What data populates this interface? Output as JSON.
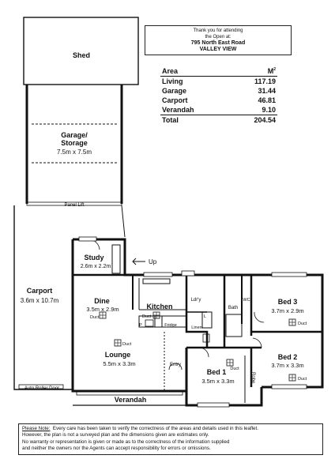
{
  "note": {
    "line1": "Thank you for attending",
    "line2": "the Open at:",
    "address": "795 North East Road",
    "suburb": "VALLEY VIEW"
  },
  "areas": {
    "header_label": "Area",
    "header_unit": "M",
    "header_sup": "2",
    "rows": [
      {
        "label": "Living",
        "value": "117.19"
      },
      {
        "label": "Garage",
        "value": "31.44"
      },
      {
        "label": "Carport",
        "value": "46.81"
      },
      {
        "label": "Verandah",
        "value": "9.10"
      }
    ],
    "total_label": "Total",
    "total_value": "204.54"
  },
  "rooms": {
    "shed": "Shed",
    "garage_name1": "Garage/",
    "garage_name2": "Storage",
    "garage_size": "7.5m x 7.5m",
    "panel_lift": "Panel Lift",
    "carport_name": "Carport",
    "carport_size": "3.6m x 10.7m",
    "auto_roller": "Auto Roller Door",
    "study_name": "Study",
    "study_size": "2.6m x 2.2m",
    "up": "Up",
    "dine_name": "Dine",
    "dine_size": "3.5m x 2.9m",
    "kitchen": "Kitchen",
    "lounge_name": "Lounge",
    "lounge_size": "5.5m x 3.3m",
    "verandah": "Verandah",
    "entry": "Entry",
    "ldry": "Ldr'y",
    "linen": "Linen",
    "fridge": "Fridge",
    "p": "P",
    "l": "L",
    "bath": "Bath",
    "wc": "WC",
    "bed1_name": "Bed 1",
    "bed1_size": "3.5m x 3.3m",
    "robe": "Robe",
    "bed2_name": "Bed 2",
    "bed2_size": "3.7m x 3.3m",
    "bed3_name": "Bed 3",
    "bed3_size": "3.7m x 2.9m",
    "duct": "Duct"
  },
  "disclaimer": {
    "heading": "Please Note:",
    "line1": "Every care has been taken to verify the correctness of the areas and details used in this leaflet.",
    "line2": "However, the plan is not a surveyed plan and the dimensions given are estimates only.",
    "line3": "No warranty or representation is given or made as to the correctness of the information supplied",
    "line4": "and neither the owners nor the Agents can accept responsibility for errors or omissions."
  }
}
